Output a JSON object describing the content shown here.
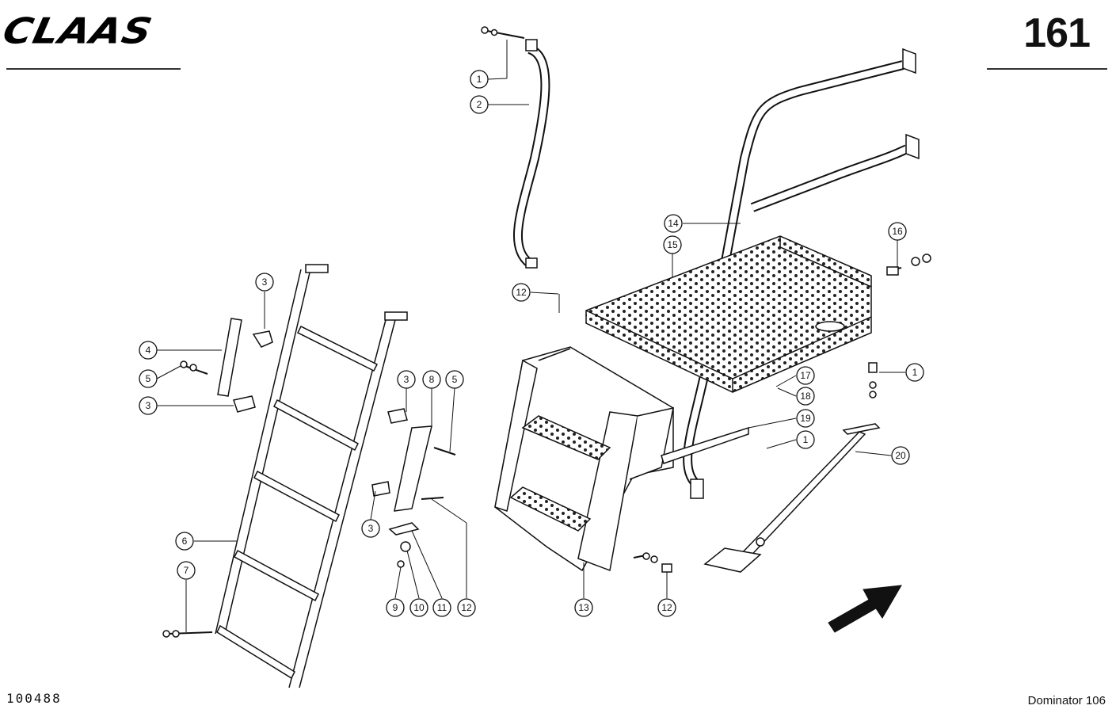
{
  "header": {
    "brand": "CLAAS",
    "page_number": "161"
  },
  "footer": {
    "drawing_number": "100488",
    "model": "Dominator 106"
  },
  "callouts": [
    {
      "id": "c1-top",
      "label": "1"
    },
    {
      "id": "c2",
      "label": "2"
    },
    {
      "id": "c14",
      "label": "14"
    },
    {
      "id": "c15",
      "label": "15"
    },
    {
      "id": "c16",
      "label": "16"
    },
    {
      "id": "c12-upper",
      "label": "12"
    },
    {
      "id": "c3-a",
      "label": "3"
    },
    {
      "id": "c4",
      "label": "4"
    },
    {
      "id": "c5-left",
      "label": "5"
    },
    {
      "id": "c3-b",
      "label": "3"
    },
    {
      "id": "c3-c",
      "label": "3"
    },
    {
      "id": "c8",
      "label": "8"
    },
    {
      "id": "c5-mid",
      "label": "5"
    },
    {
      "id": "c3-d",
      "label": "3"
    },
    {
      "id": "c17",
      "label": "17"
    },
    {
      "id": "c18",
      "label": "18"
    },
    {
      "id": "c1-right",
      "label": "1"
    },
    {
      "id": "c19",
      "label": "19"
    },
    {
      "id": "c1-mid",
      "label": "1"
    },
    {
      "id": "c20",
      "label": "20"
    },
    {
      "id": "c6",
      "label": "6"
    },
    {
      "id": "c7",
      "label": "7"
    },
    {
      "id": "c9",
      "label": "9"
    },
    {
      "id": "c10",
      "label": "10"
    },
    {
      "id": "c11",
      "label": "11"
    },
    {
      "id": "c12-low",
      "label": "12"
    },
    {
      "id": "c13",
      "label": "13"
    },
    {
      "id": "c12-right",
      "label": "12"
    }
  ]
}
